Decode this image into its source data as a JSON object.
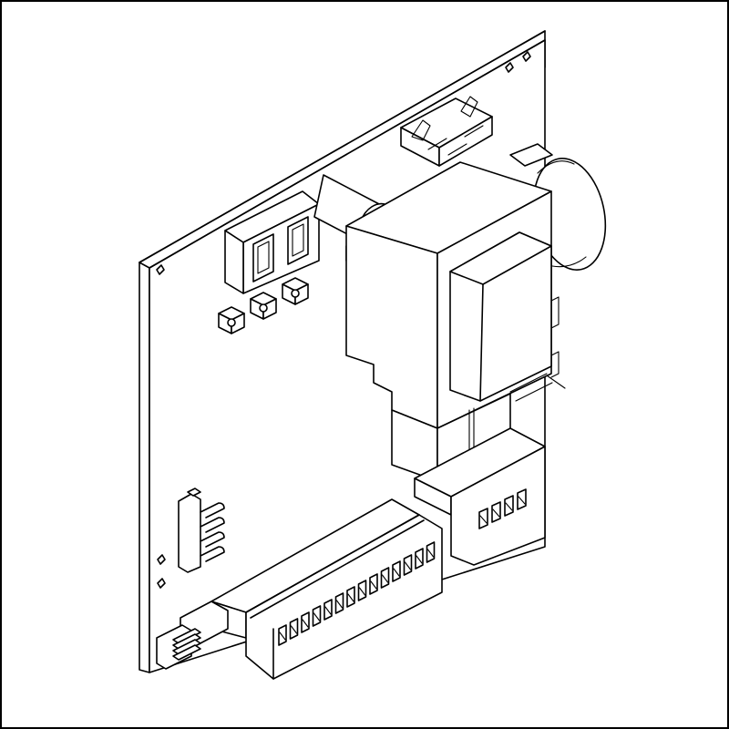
{
  "figure": {
    "kind": "isometric line drawing of a control board",
    "colors": {
      "line": "#000000",
      "fill": "#ffffff",
      "background": "#ffffff"
    }
  },
  "terminal_blocks": {
    "main_slot_count": 14,
    "right_slot_count": 4
  },
  "display": {
    "digit_count": 2
  },
  "buttons": {
    "count": 3
  },
  "pin_headers": {
    "side_pins": 4,
    "lower_pins": 4
  }
}
